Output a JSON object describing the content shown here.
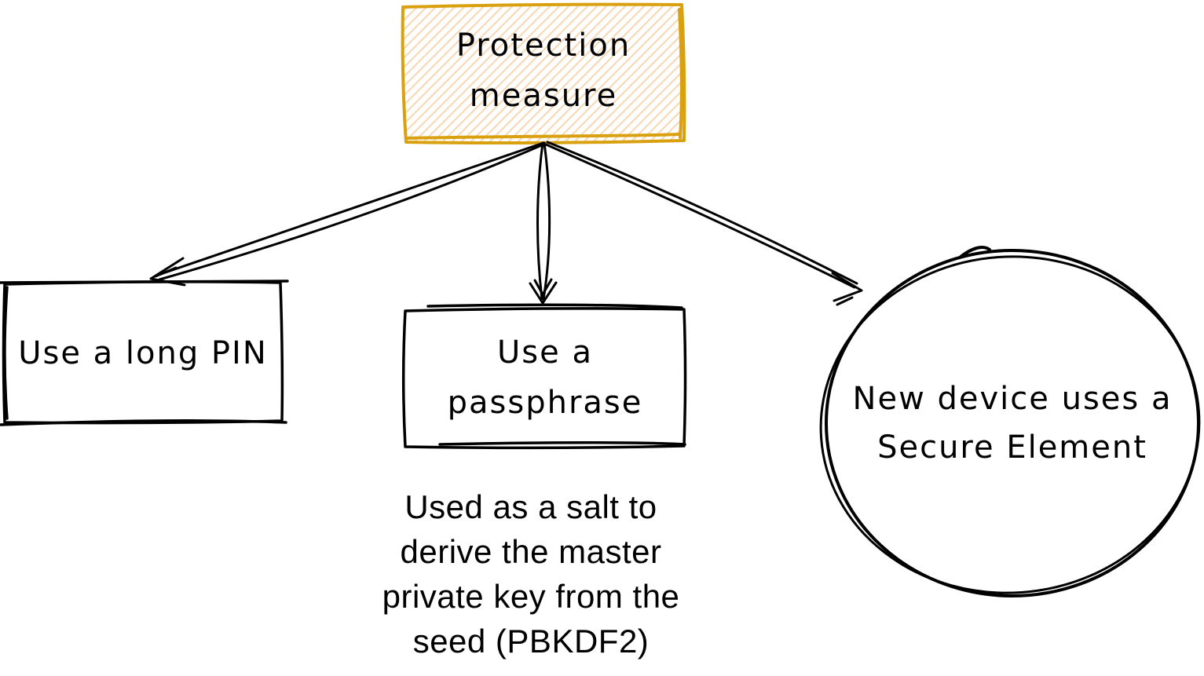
{
  "diagram": {
    "type": "flow-diagram",
    "background": "#ffffff",
    "root_node": {
      "id": "protection-measure",
      "shape": "rectangle",
      "fill_style": "hatched",
      "lines": [
        "Protection",
        "measure"
      ]
    },
    "nodes": {
      "long_pin": {
        "id": "long-pin",
        "shape": "rectangle",
        "label": "Use a long PIN"
      },
      "passphrase": {
        "id": "passphrase",
        "shape": "rectangle",
        "lines": [
          "Use a",
          "passphrase"
        ]
      },
      "secure_element": {
        "id": "secure-element",
        "shape": "circle",
        "lines": [
          "New device uses a",
          "Secure Element"
        ]
      }
    },
    "edges": [
      {
        "from": "protection-measure",
        "to": "long-pin",
        "style": "arrow"
      },
      {
        "from": "protection-measure",
        "to": "passphrase",
        "style": "arrow"
      },
      {
        "from": "protection-measure",
        "to": "secure-element",
        "style": "arrow"
      }
    ],
    "caption": {
      "attached_to": "passphrase",
      "lines": [
        "Used as a salt to",
        "derive the master",
        "private key from the",
        "seed (PBKDF2)"
      ]
    },
    "colors": {
      "root_stroke": "#d9a00f",
      "root_hatch": "#f8d9b6",
      "node_stroke": "#000000",
      "text": "#000000"
    }
  }
}
